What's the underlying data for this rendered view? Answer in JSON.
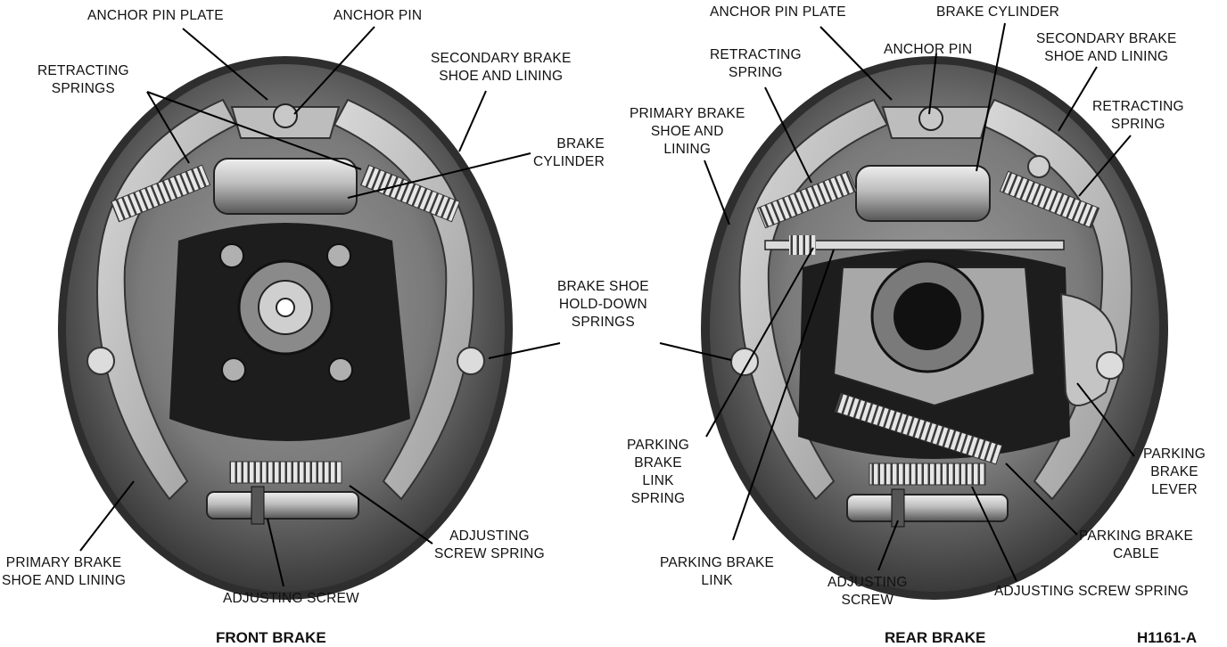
{
  "front_brake": {
    "title": "FRONT BRAKE",
    "labels": {
      "anchor_pin_plate": "ANCHOR PIN PLATE",
      "anchor_pin": "ANCHOR PIN",
      "retracting_springs": "RETRACTING\nSPRINGS",
      "secondary_shoe": "SECONDARY BRAKE\nSHOE AND LINING",
      "brake_cylinder": "BRAKE\nCYLINDER",
      "adjusting_screw_spring": "ADJUSTING\nSCREW SPRING",
      "primary_shoe": "PRIMARY BRAKE\nSHOE AND LINING",
      "adjusting_screw": "ADJUSTING SCREW"
    }
  },
  "shared_labels": {
    "hold_down_springs": "BRAKE SHOE\nHOLD-DOWN\nSPRINGS"
  },
  "rear_brake": {
    "title": "REAR BRAKE",
    "labels": {
      "anchor_pin_plate": "ANCHOR PIN PLATE",
      "brake_cylinder": "BRAKE CYLINDER",
      "retracting_spring_left": "RETRACTING\nSPRING",
      "anchor_pin": "ANCHOR PIN",
      "secondary_shoe": "SECONDARY BRAKE\nSHOE AND LINING",
      "retracting_spring_right": "RETRACTING\nSPRING",
      "primary_shoe": "PRIMARY BRAKE\nSHOE AND\nLINING",
      "parking_brake_link_spring": "PARKING\nBRAKE\nLINK\nSPRING",
      "parking_brake_lever": "PARKING\nBRAKE\nLEVER",
      "parking_brake_link": "PARKING BRAKE\nLINK",
      "parking_brake_cable": "PARKING BRAKE\nCABLE",
      "adjusting_screw": "ADJUSTING\nSCREW",
      "adjusting_screw_spring": "ADJUSTING SCREW SPRING"
    }
  },
  "figure_code": "H1161-A"
}
